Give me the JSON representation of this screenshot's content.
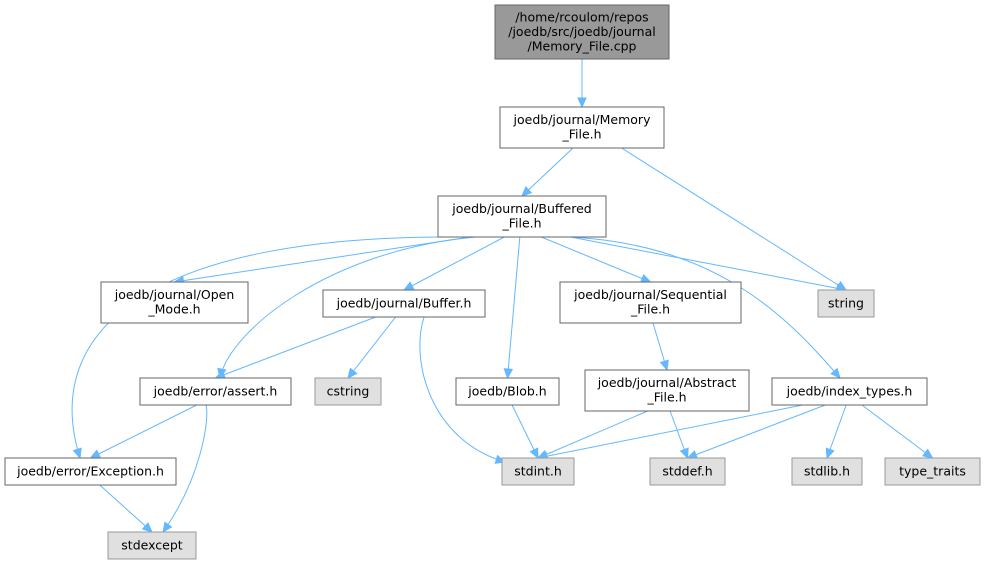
{
  "graph": {
    "nodes": [
      {
        "id": "memory_file_cpp",
        "name": "node-memory-file-cpp",
        "kind": "main",
        "lines": [
          "/home/rcoulom/repos",
          "/joedb/src/joedb/journal",
          "/Memory_File.cpp"
        ]
      },
      {
        "id": "memory_file_h",
        "name": "node-memory-file-h",
        "kind": "file",
        "lines": [
          "joedb/journal/Memory",
          "_File.h"
        ]
      },
      {
        "id": "buffered_file_h",
        "name": "node-buffered-file-h",
        "kind": "file",
        "lines": [
          "joedb/journal/Buffered",
          "_File.h"
        ]
      },
      {
        "id": "open_mode_h",
        "name": "node-open-mode-h",
        "kind": "file",
        "lines": [
          "joedb/journal/Open",
          "_Mode.h"
        ]
      },
      {
        "id": "buffer_h",
        "name": "node-buffer-h",
        "kind": "file",
        "lines": [
          "joedb/journal/Buffer.h"
        ]
      },
      {
        "id": "sequential_file_h",
        "name": "node-sequential-file-h",
        "kind": "file",
        "lines": [
          "joedb/journal/Sequential",
          "_File.h"
        ]
      },
      {
        "id": "string",
        "name": "node-string",
        "kind": "sys",
        "lines": [
          "string"
        ]
      },
      {
        "id": "assert_h",
        "name": "node-assert-h",
        "kind": "file",
        "lines": [
          "joedb/error/assert.h"
        ]
      },
      {
        "id": "cstring",
        "name": "node-cstring",
        "kind": "sys",
        "lines": [
          "cstring"
        ]
      },
      {
        "id": "blob_h",
        "name": "node-blob-h",
        "kind": "file",
        "lines": [
          "joedb/Blob.h"
        ]
      },
      {
        "id": "abstract_file_h",
        "name": "node-abstract-file-h",
        "kind": "file",
        "lines": [
          "joedb/journal/Abstract",
          "_File.h"
        ]
      },
      {
        "id": "index_types_h",
        "name": "node-index-types-h",
        "kind": "file",
        "lines": [
          "joedb/index_types.h"
        ]
      },
      {
        "id": "exception_h",
        "name": "node-exception-h",
        "kind": "file",
        "lines": [
          "joedb/error/Exception.h"
        ]
      },
      {
        "id": "stdint_h",
        "name": "node-stdint-h",
        "kind": "sys",
        "lines": [
          "stdint.h"
        ]
      },
      {
        "id": "stddef_h",
        "name": "node-stddef-h",
        "kind": "sys",
        "lines": [
          "stddef.h"
        ]
      },
      {
        "id": "stdlib_h",
        "name": "node-stdlib-h",
        "kind": "sys",
        "lines": [
          "stdlib.h"
        ]
      },
      {
        "id": "type_traits",
        "name": "node-type-traits",
        "kind": "sys",
        "lines": [
          "type_traits"
        ]
      },
      {
        "id": "stdexcept",
        "name": "node-stdexcept",
        "kind": "sys",
        "lines": [
          "stdexcept"
        ]
      }
    ],
    "edges": [
      [
        "memory_file_cpp",
        "memory_file_h"
      ],
      [
        "memory_file_h",
        "buffered_file_h"
      ],
      [
        "memory_file_h",
        "string"
      ],
      [
        "buffered_file_h",
        "exception_h"
      ],
      [
        "buffered_file_h",
        "assert_h"
      ],
      [
        "buffered_file_h",
        "open_mode_h"
      ],
      [
        "buffered_file_h",
        "buffer_h"
      ],
      [
        "buffered_file_h",
        "blob_h"
      ],
      [
        "buffered_file_h",
        "sequential_file_h"
      ],
      [
        "buffered_file_h",
        "string"
      ],
      [
        "buffered_file_h",
        "index_types_h"
      ],
      [
        "buffer_h",
        "assert_h"
      ],
      [
        "buffer_h",
        "cstring"
      ],
      [
        "buffer_h",
        "stdint_h"
      ],
      [
        "sequential_file_h",
        "abstract_file_h"
      ],
      [
        "assert_h",
        "exception_h"
      ],
      [
        "assert_h",
        "stdexcept"
      ],
      [
        "blob_h",
        "stdint_h"
      ],
      [
        "abstract_file_h",
        "stdint_h"
      ],
      [
        "abstract_file_h",
        "stddef_h"
      ],
      [
        "index_types_h",
        "stdint_h"
      ],
      [
        "index_types_h",
        "stddef_h"
      ],
      [
        "index_types_h",
        "stdlib_h"
      ],
      [
        "index_types_h",
        "type_traits"
      ],
      [
        "exception_h",
        "stdexcept"
      ]
    ]
  }
}
